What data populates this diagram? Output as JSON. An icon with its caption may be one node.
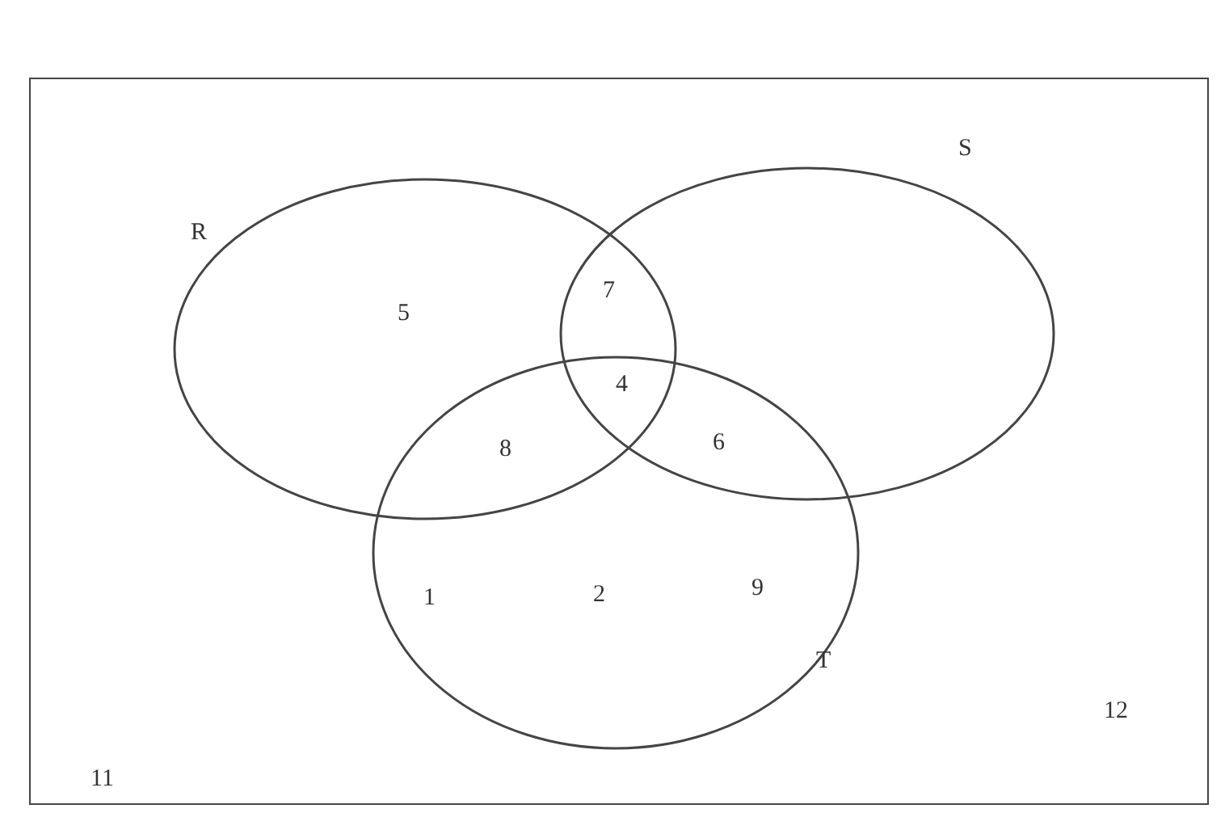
{
  "diagram": {
    "nodes": [
      {
        "text": [],
        "shape": "box"
      },
      {
        "text": [
          "R"
        ],
        "in": 0
      },
      {
        "text": [
          "S"
        ],
        "in": 0
      },
      {
        "text": [
          "T"
        ],
        "in": 0
      }
    ],
    "edges": [],
    "labels": [
      "5",
      "7",
      "4",
      "8",
      "6",
      "1",
      "2",
      "9",
      "12",
      "11"
    ]
  }
}
